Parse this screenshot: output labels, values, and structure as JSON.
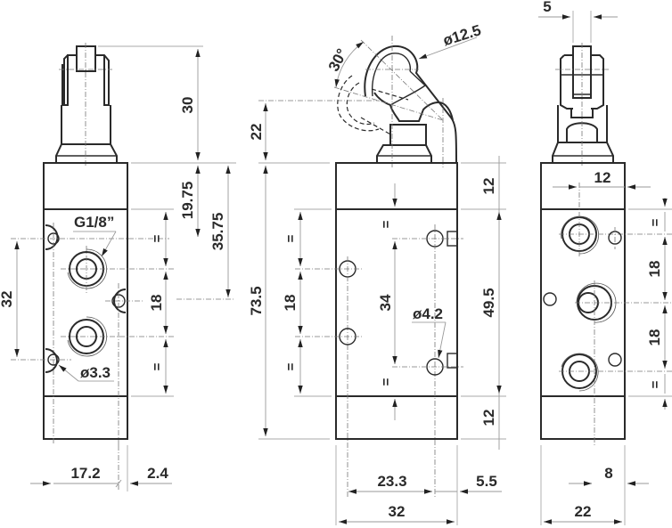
{
  "drawing": {
    "subject": "5/2 valve with roller lever actuator - three-view dimension drawing",
    "views": [
      "side-view-left",
      "front-view",
      "side-view-right"
    ]
  },
  "left_view": {
    "dims": {
      "actuator_height": "30",
      "top_to_first_port": "19.75",
      "top_to_side_port": "35.75",
      "mount_hole_spacing": "32",
      "port_spacing": "18",
      "eq_top": "=",
      "eq_bottom": "=",
      "width_17_2": "17.2",
      "offset_2_4": "2.4"
    },
    "labels": {
      "thread": "G1/8”",
      "mount_hole_dia": "ø3.3"
    }
  },
  "front_view": {
    "dims": {
      "lever_angle": "30°",
      "roller_dia": "ø12.5",
      "lever_height": "22",
      "body_height": "73.5",
      "port_spacing": "18",
      "eq_left_top": "=",
      "eq_left_bottom": "=",
      "hole_spacing": "34",
      "eq_mid_top": "=",
      "eq_mid_bottom": "=",
      "end_cap_top": "12",
      "center_section": "49.5",
      "end_cap_bottom": "12",
      "hole_offset": "23.3",
      "edge_offset": "5.5",
      "body_width": "32"
    },
    "labels": {
      "hole_dia": "ø4.2"
    }
  },
  "right_view": {
    "dims": {
      "roller_width": "5",
      "port_offset_12": "12",
      "eq_top": "=",
      "port_spacing_1": "18",
      "port_spacing_2": "18",
      "eq_bottom": "=",
      "offset_8": "8",
      "body_width": "22"
    }
  }
}
